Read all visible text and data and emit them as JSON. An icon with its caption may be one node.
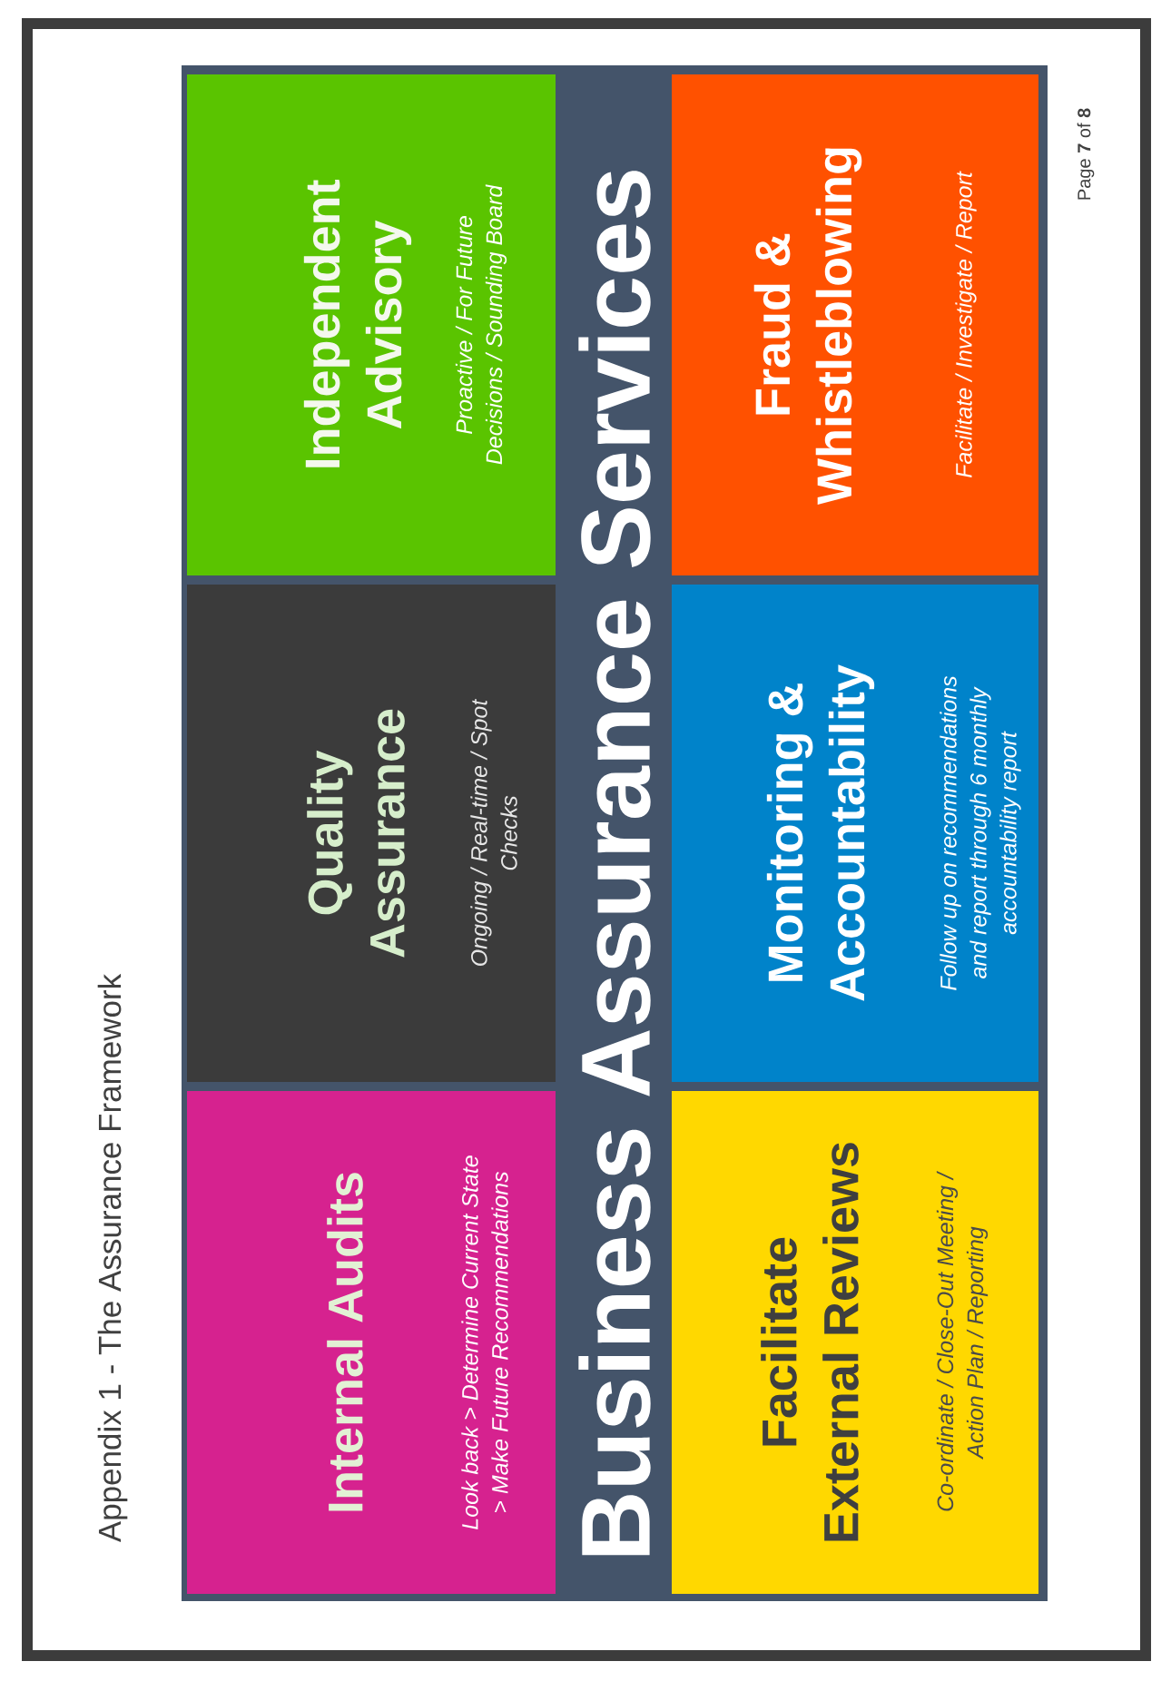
{
  "diagram": {
    "title": "Appendix 1 - The Assurance Framework",
    "nodes": [
      {
        "text": [
          "Business Assurance Services"
        ]
      },
      {
        "text": [
          "Internal Audits",
          "Look back > Determine Current State > Make Future Recommendations"
        ],
        "in": 0
      },
      {
        "text": [
          "Quality Assurance",
          "Ongoing / Real-time / Spot Checks"
        ],
        "in": 0
      },
      {
        "text": [
          "Independent Advisory",
          "Proactive / For Future Decisions / Sounding Board"
        ],
        "in": 0
      },
      {
        "text": [
          "Facilitate External Reviews",
          "Co-ordinate / Close-Out Meeting / Action Plan / Reporting"
        ],
        "in": 0
      },
      {
        "text": [
          "Monitoring & Accountability",
          "Follow up on recommendations and report through 6 monthly accountability report"
        ],
        "in": 0
      },
      {
        "text": [
          "Fraud & Whistleblowing",
          "Facilitate / Investigate / Report"
        ],
        "in": 0
      }
    ],
    "labels": [
      "Page **7** of **8**"
    ]
  }
}
